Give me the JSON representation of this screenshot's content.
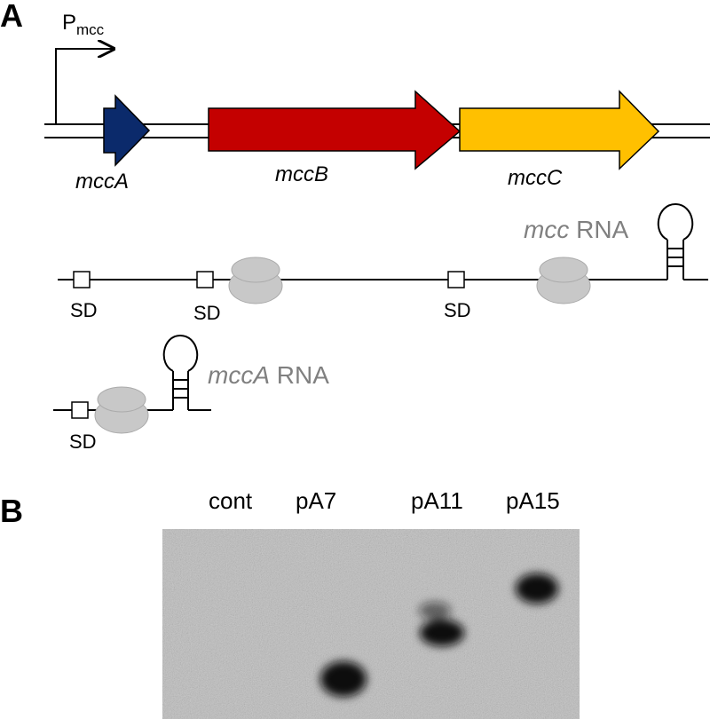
{
  "panels": {
    "a": "A",
    "b": "B"
  },
  "promoter": {
    "base": "P",
    "sub": "mcc"
  },
  "genes": [
    {
      "label": "mccA",
      "color": "#0b2a6b"
    },
    {
      "label": "mccB",
      "color": "#c40000"
    },
    {
      "label": "mccC",
      "color": "#ffc000"
    }
  ],
  "transcripts": {
    "long": {
      "italic": "mcc",
      "rest": " RNA"
    },
    "short": {
      "italic": "mccA",
      "rest": " RNA"
    }
  },
  "sd_label": "SD",
  "blot": {
    "lanes": [
      "cont",
      "pA7",
      "pA11",
      "pA15"
    ]
  },
  "colors": {
    "ribosome": "#c8c8c8",
    "blot_bg": "#bdbdbd",
    "band": "#111111"
  }
}
